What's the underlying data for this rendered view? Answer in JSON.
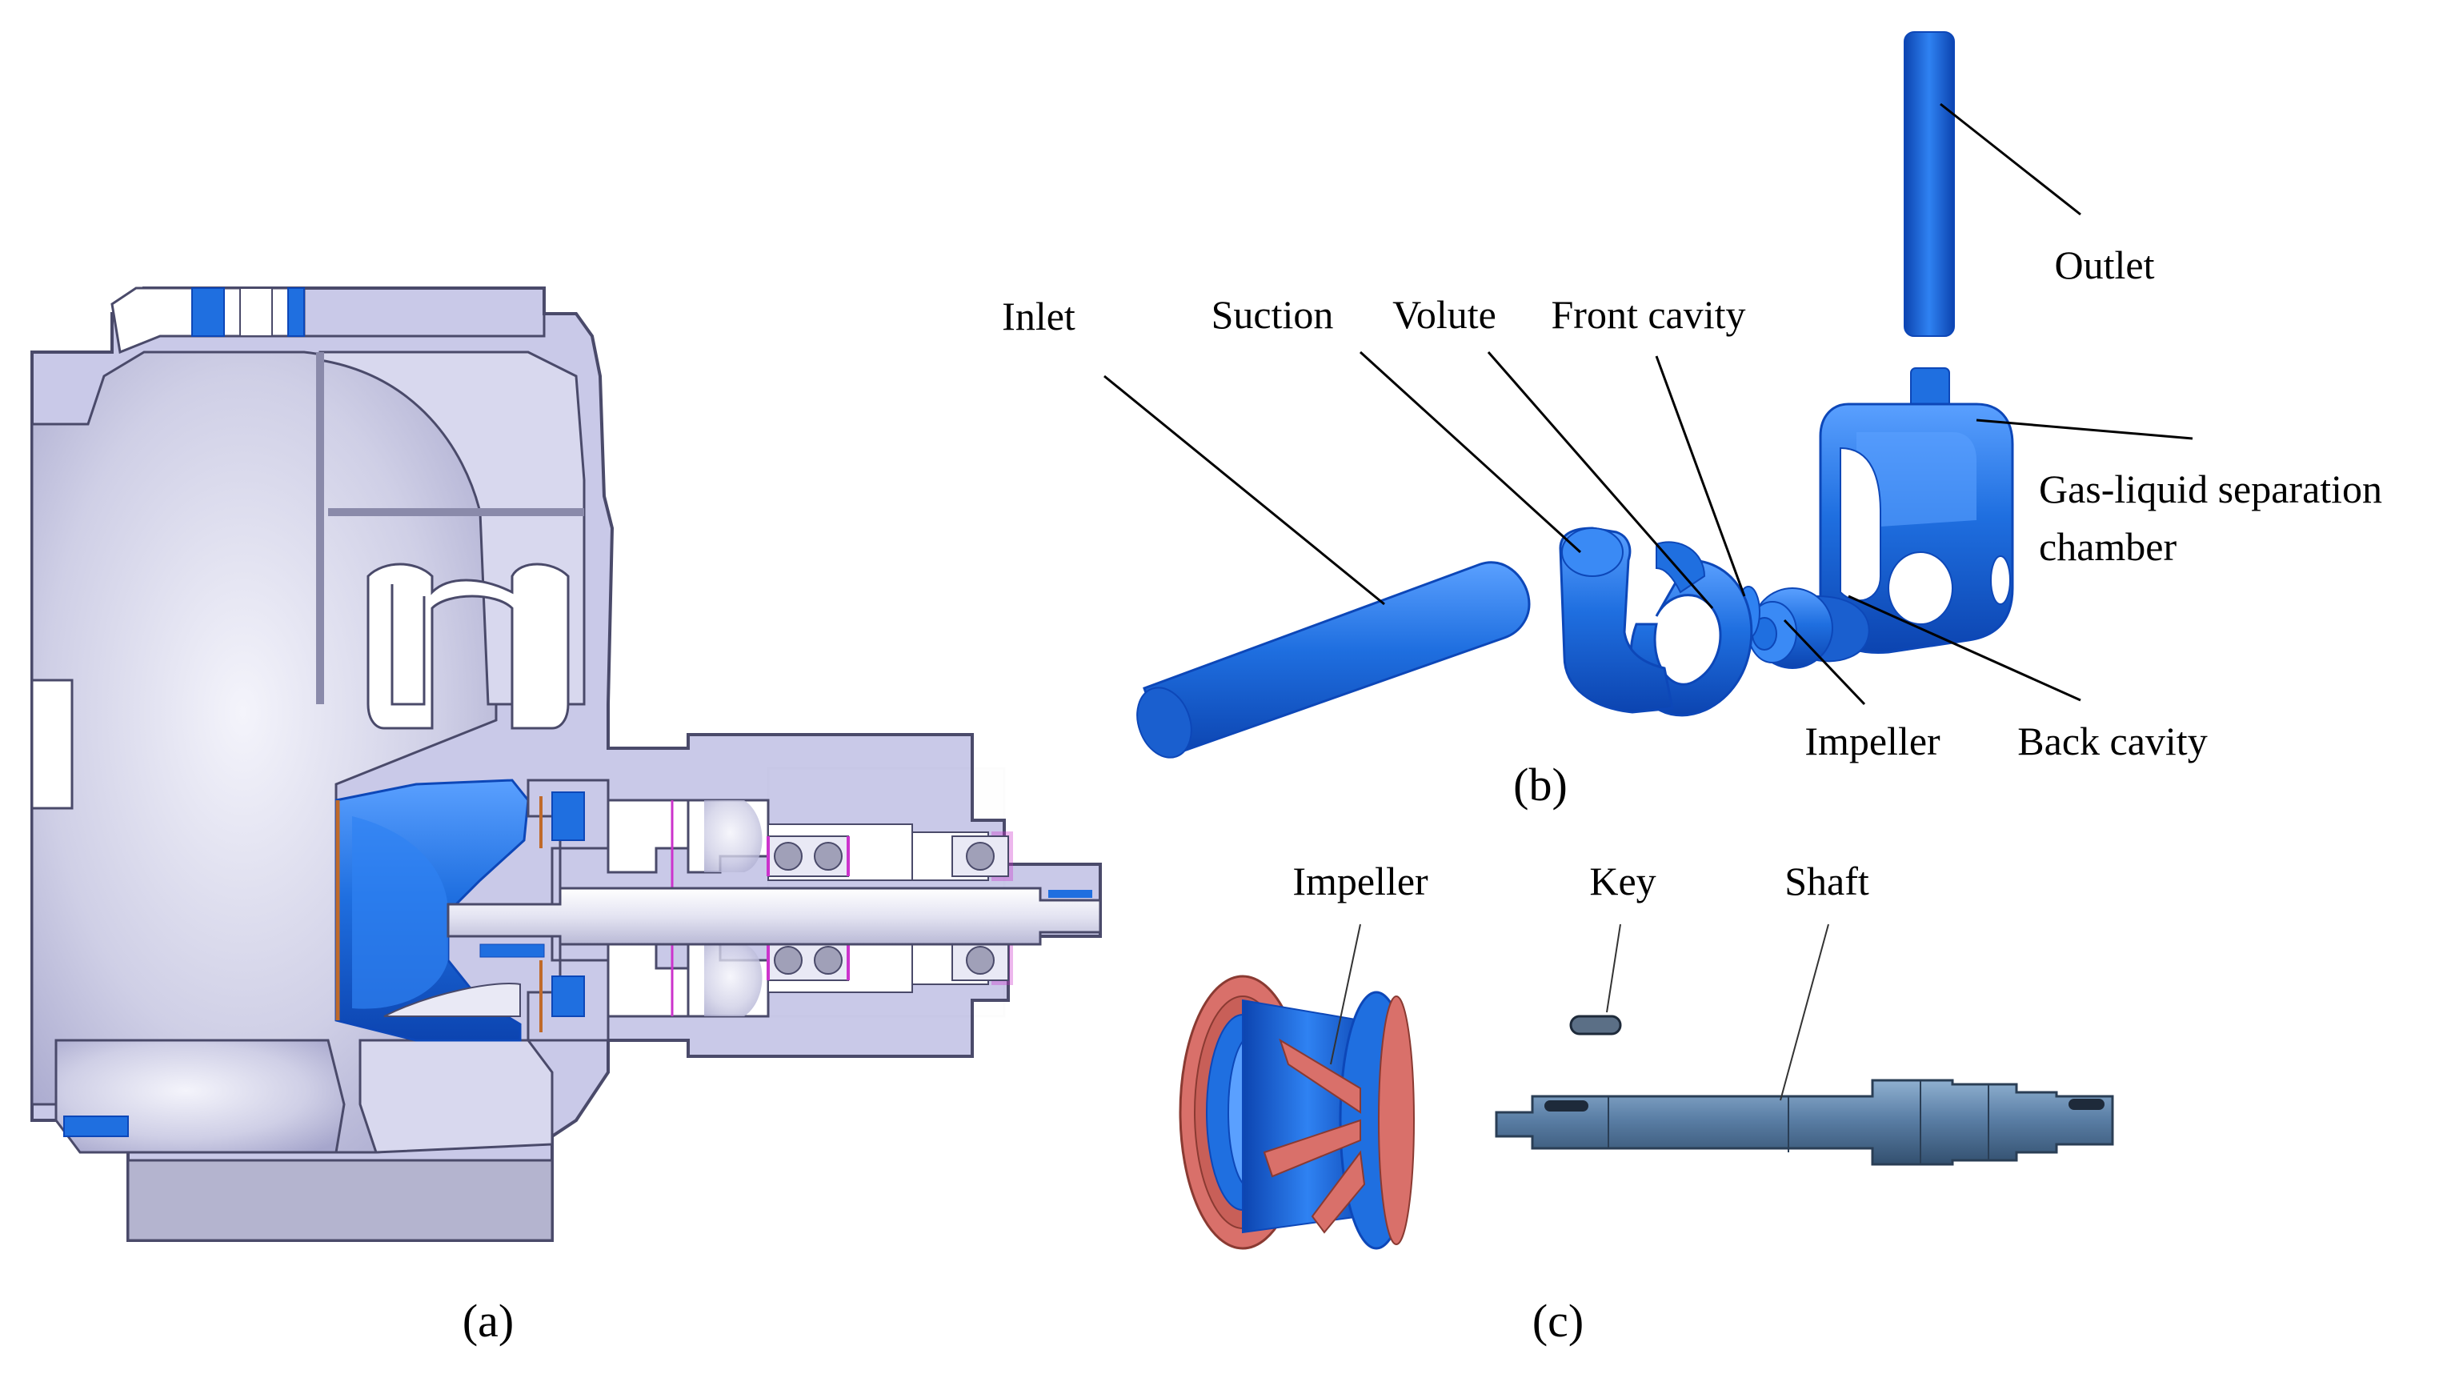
{
  "panel_a": {
    "caption": "(a)"
  },
  "panel_b": {
    "caption": "(b)",
    "labels": {
      "inlet": "Inlet",
      "suction": "Suction",
      "volute": "Volute",
      "front_cavity": "Front cavity",
      "outlet": "Outlet",
      "separation_line1": "Gas-liquid separation",
      "separation_line2": "chamber",
      "impeller": "Impeller",
      "back_cavity": "Back cavity"
    }
  },
  "panel_c": {
    "caption": "(c)",
    "labels": {
      "impeller": "Impeller",
      "key": "Key",
      "shaft": "Shaft"
    }
  },
  "colors": {
    "fluid_blue": "#1f6fe0",
    "fluid_blue_dark": "#0d47b8",
    "casing_lavender": "#c9c9e8",
    "casing_edge": "#4a4a6a",
    "shroud_red": "#d9706a",
    "shaft_steel": "#5b7fa6",
    "bearing_magenta": "#cc33cc"
  }
}
